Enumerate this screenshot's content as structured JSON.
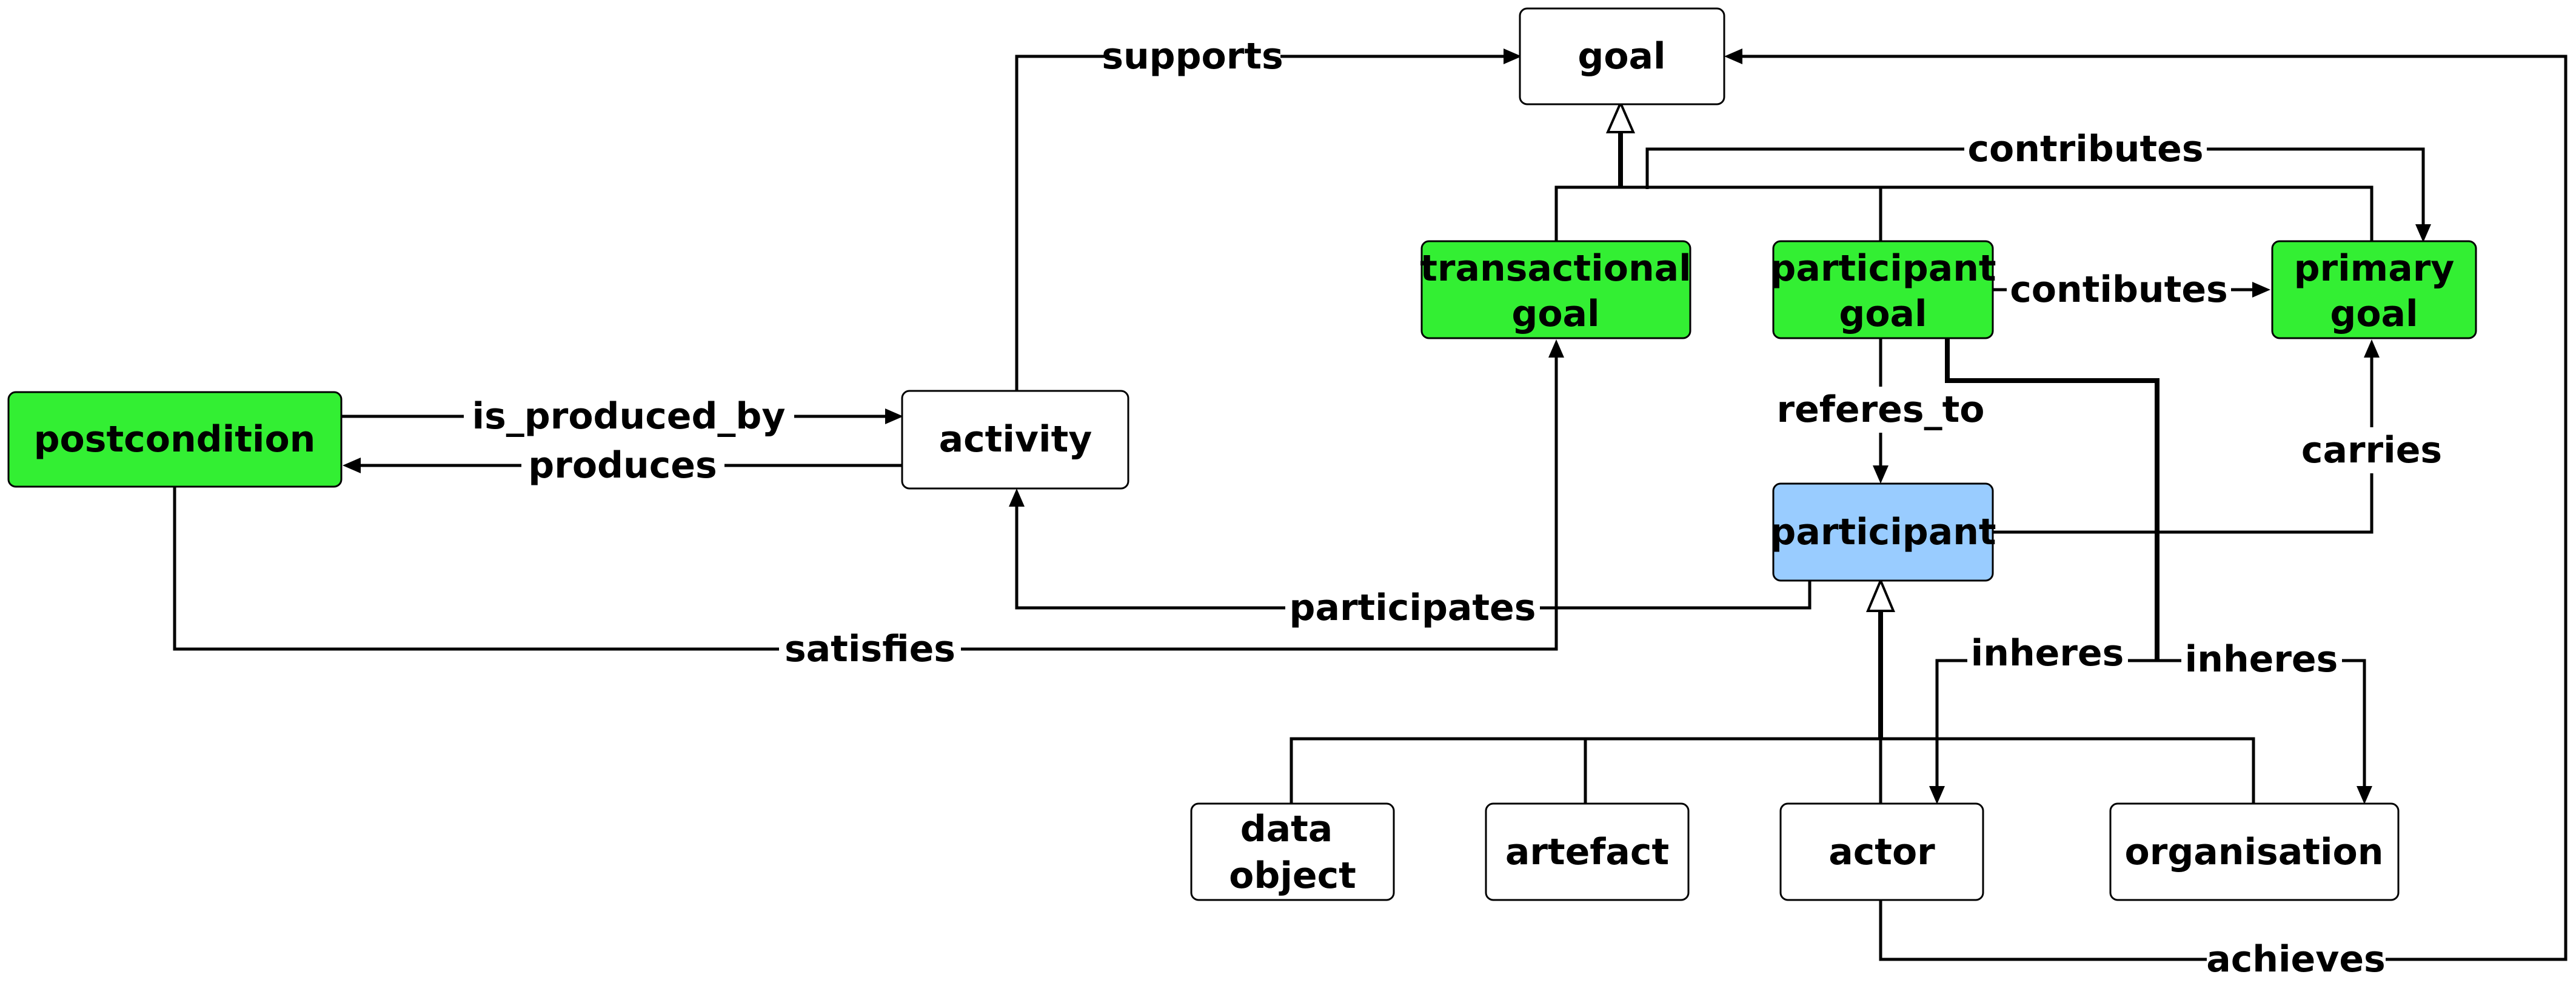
{
  "colors": {
    "highlight_green": "#33ef33",
    "participant_blue": "#99ccff",
    "plain": "#ffffff",
    "stroke": "#000000"
  },
  "nodes": {
    "goal": {
      "lines": [
        "goal"
      ],
      "fill": "plain"
    },
    "transactional_goal": {
      "lines": [
        "transactional",
        "goal"
      ],
      "fill": "highlight_green"
    },
    "participant_goal": {
      "lines": [
        "participant",
        "goal"
      ],
      "fill": "highlight_green"
    },
    "primary_goal": {
      "lines": [
        "primary",
        "goal"
      ],
      "fill": "highlight_green"
    },
    "postcondition": {
      "lines": [
        "postcondition"
      ],
      "fill": "highlight_green"
    },
    "activity": {
      "lines": [
        "activity"
      ],
      "fill": "plain"
    },
    "participant": {
      "lines": [
        "participant"
      ],
      "fill": "participant_blue"
    },
    "data_object": {
      "lines": [
        "data",
        "object"
      ],
      "fill": "plain"
    },
    "artefact": {
      "lines": [
        "artefact"
      ],
      "fill": "plain"
    },
    "actor": {
      "lines": [
        "actor"
      ],
      "fill": "plain"
    },
    "organisation": {
      "lines": [
        "organisation"
      ],
      "fill": "plain"
    }
  },
  "edges": {
    "supports": "supports",
    "contributes": "contributes",
    "contibutes": "contibutes",
    "is_produced_by": "is_produced_by",
    "produces": "produces",
    "referes_to": "referes_to",
    "carries": "carries",
    "participates": "participates",
    "satisfies": "satisfies",
    "inheres_actor": "inheres",
    "inheres_organisation": "inheres",
    "achieves": "achieves"
  }
}
